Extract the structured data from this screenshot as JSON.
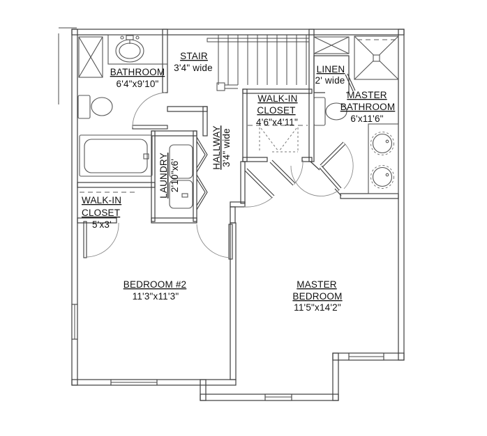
{
  "plan": {
    "type": "floor-plan",
    "rooms": {
      "bathroom": {
        "name": "BATHROOM",
        "dim": "6'4\"x9'10\""
      },
      "stair": {
        "name": "STAIR",
        "dim": "3'4\" wide"
      },
      "linen": {
        "name": "LINEN",
        "dim": "2' wide"
      },
      "master_bathroom": {
        "line1": "MASTER",
        "line2": "BATHROOM",
        "dim": "6'x11'6\""
      },
      "master_closet": {
        "line1": "WALK-IN",
        "line2": "CLOSET",
        "dim": "4'6\"x4'11\""
      },
      "hallway": {
        "name": "HALLWAY",
        "dim": "3'4\" wide"
      },
      "laundry": {
        "name": "LAUNDRY",
        "dim": "2'10\"x6'"
      },
      "bedroom2_closet": {
        "line1": "WALK-IN",
        "line2": "CLOSET",
        "dim": "5'x3'"
      },
      "bedroom2": {
        "name": "BEDROOM #2",
        "dim": "11'3\"x11'3\""
      },
      "master_bedroom": {
        "line1": "MASTER",
        "line2": "BEDROOM",
        "dim": "11'5\"x14'2\""
      }
    },
    "colors": {
      "line": "#3d3d3d",
      "background": "#ffffff",
      "text": "#111111"
    }
  }
}
